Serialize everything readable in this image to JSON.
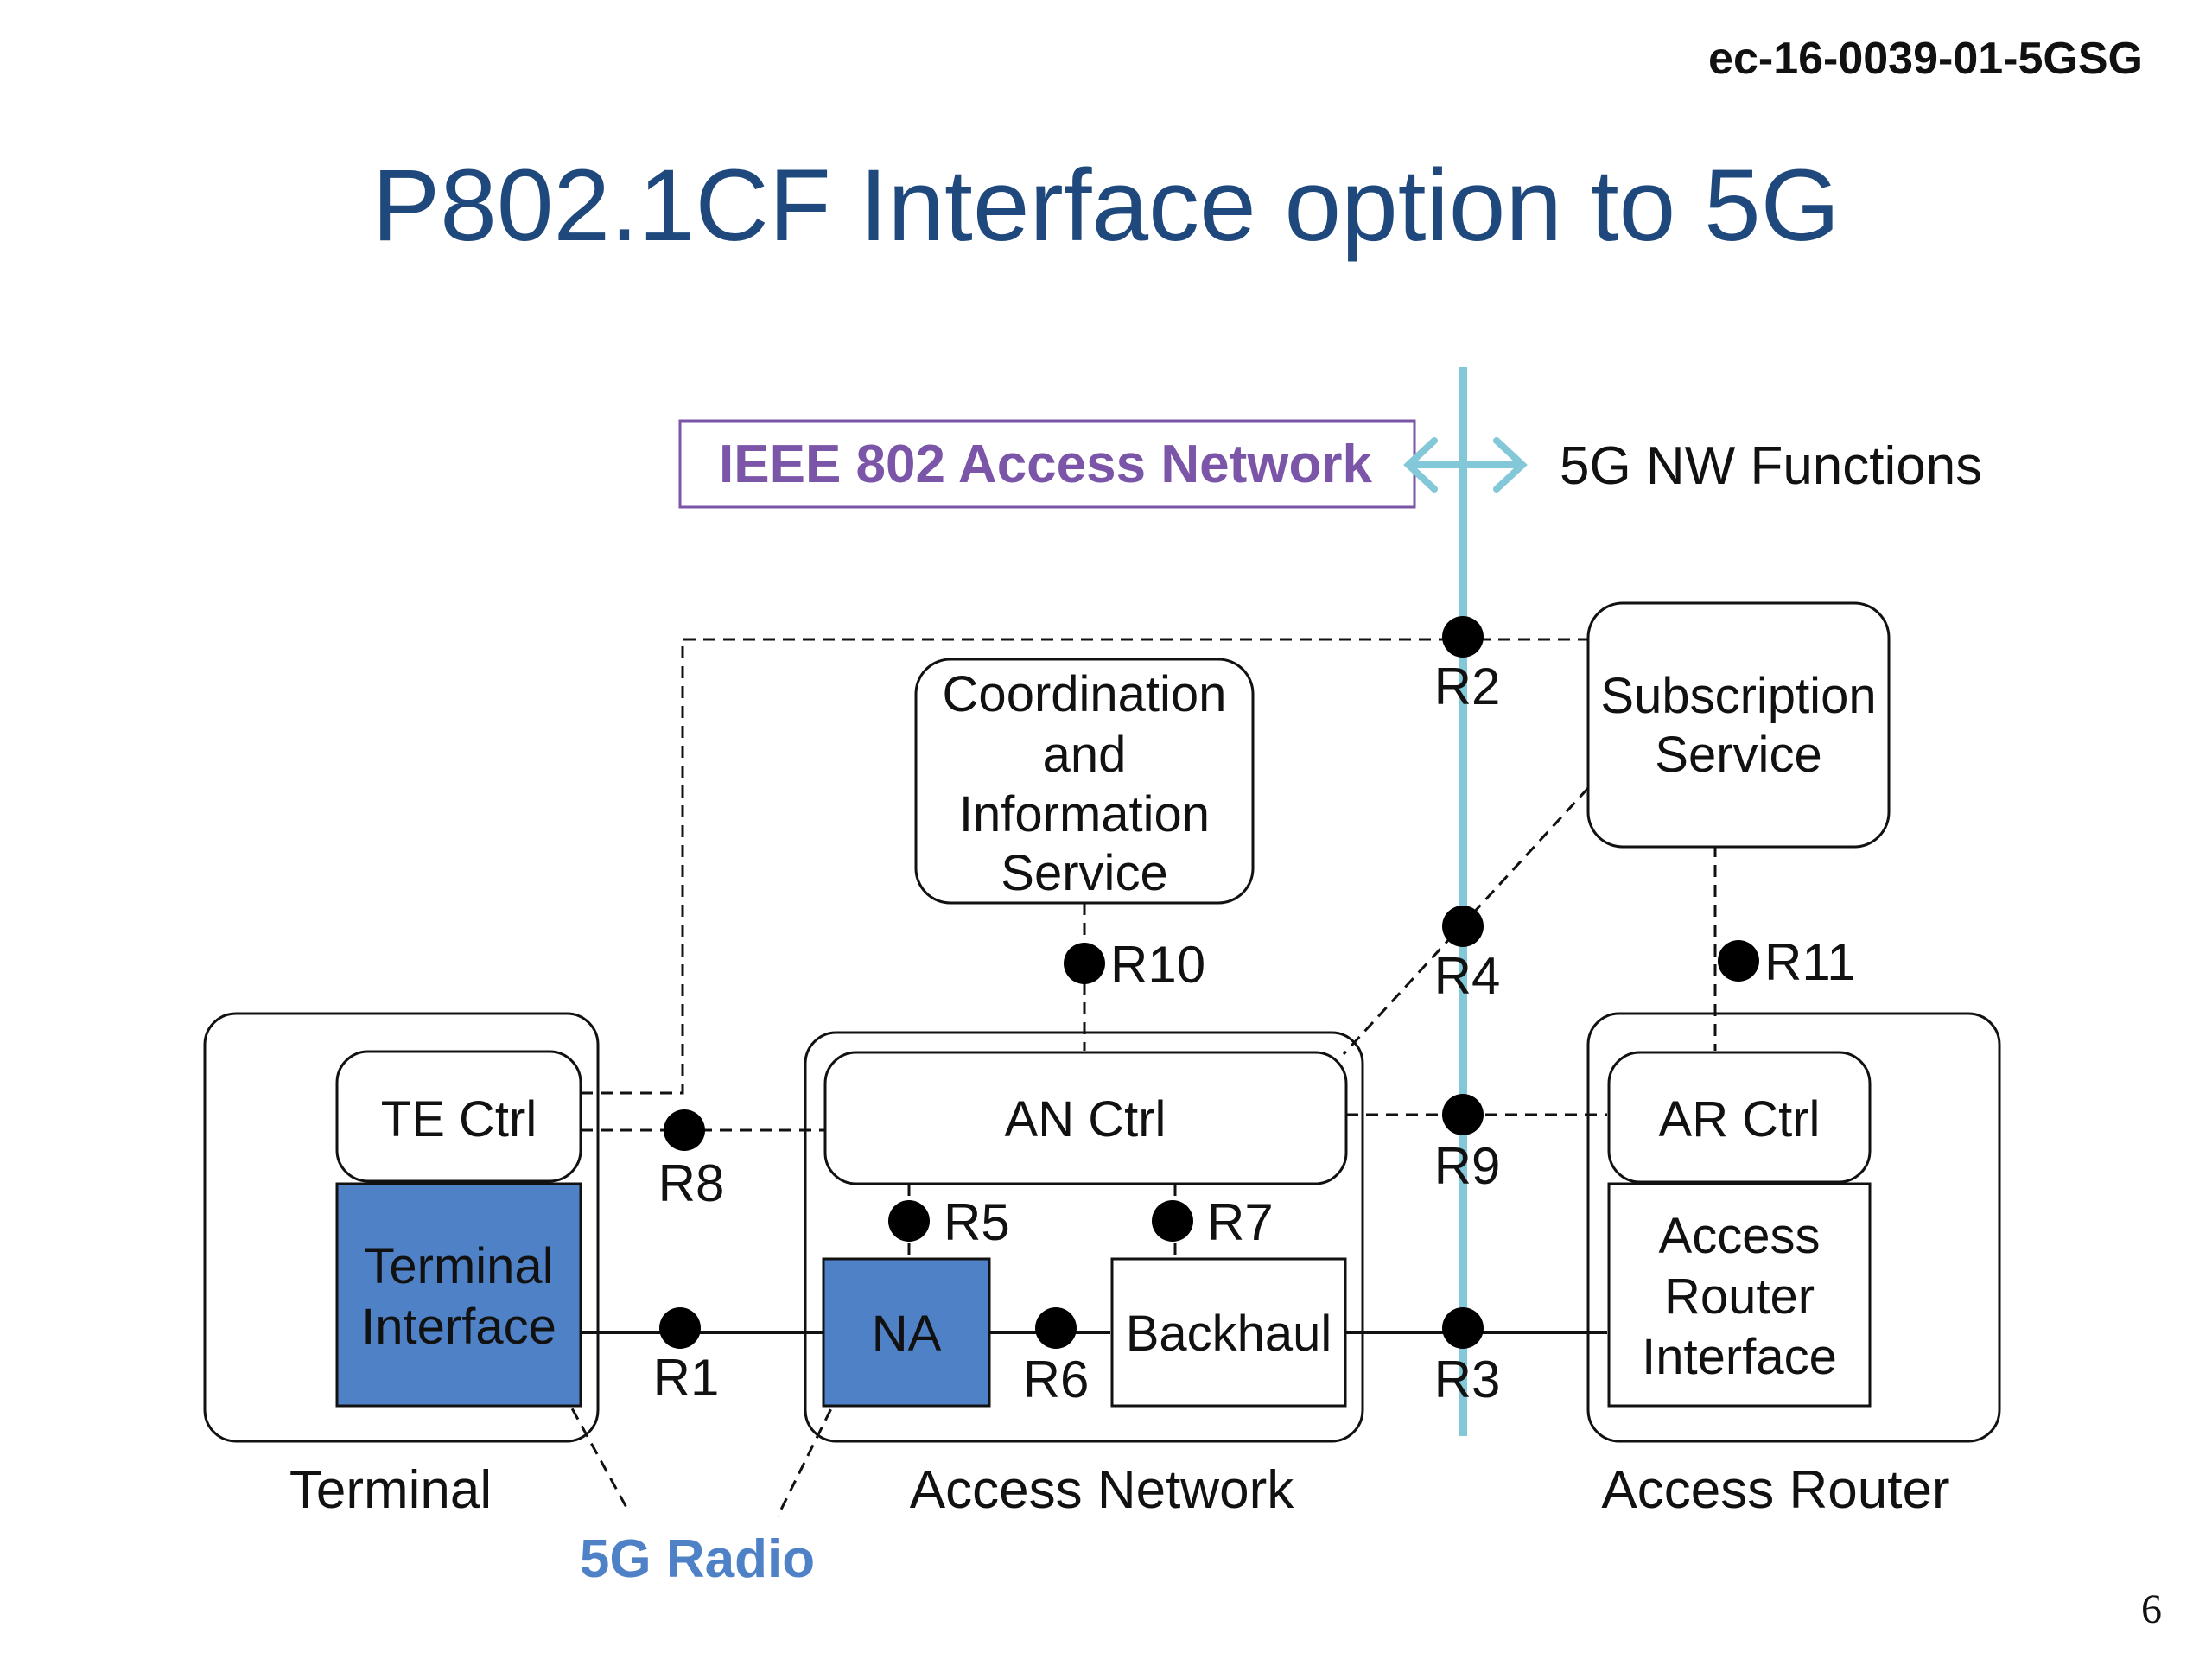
{
  "doc_id": "ec-16-0039-01-5GSG",
  "title": "P802.1CF Interface option to 5G",
  "page_number": "6",
  "colors": {
    "title": "#1f497d",
    "ieee_purple": "#7b55a7",
    "divider_cyan": "#82c8d8",
    "radio_blue": "#4f81c7",
    "black": "#000000"
  },
  "diagram": {
    "ieee_label": "IEEE 802 Access Network",
    "nw_functions_label": "5G NW Functions",
    "radio_label": "5G Radio",
    "groups": {
      "terminal": "Terminal",
      "access_network": "Access Network",
      "access_router": "Access Router"
    },
    "boxes": {
      "coordination": [
        "Coordination",
        "and",
        "Information",
        "Service"
      ],
      "subscription": [
        "Subscription",
        "Service"
      ],
      "te_ctrl": "TE Ctrl",
      "terminal_interface": [
        "Terminal",
        "Interface"
      ],
      "an_ctrl": "AN Ctrl",
      "na": "NA",
      "backhaul": "Backhaul",
      "ar_ctrl": "AR Ctrl",
      "access_router_interface": [
        "Access",
        "Router",
        "Interface"
      ]
    },
    "refs": {
      "r1": "R1",
      "r2": "R2",
      "r3": "R3",
      "r4": "R4",
      "r5": "R5",
      "r6": "R6",
      "r7": "R7",
      "r8": "R8",
      "r9": "R9",
      "r10": "R10",
      "r11": "R11"
    }
  }
}
